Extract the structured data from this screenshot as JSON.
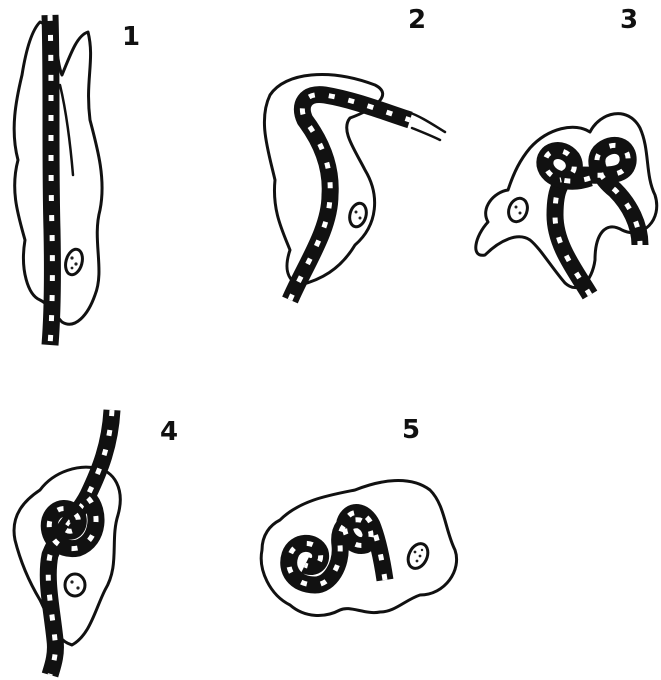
{
  "panels": [
    {
      "number": "1"
    },
    {
      "number": "2"
    },
    {
      "number": "3"
    },
    {
      "number": "4"
    },
    {
      "number": "5"
    }
  ]
}
